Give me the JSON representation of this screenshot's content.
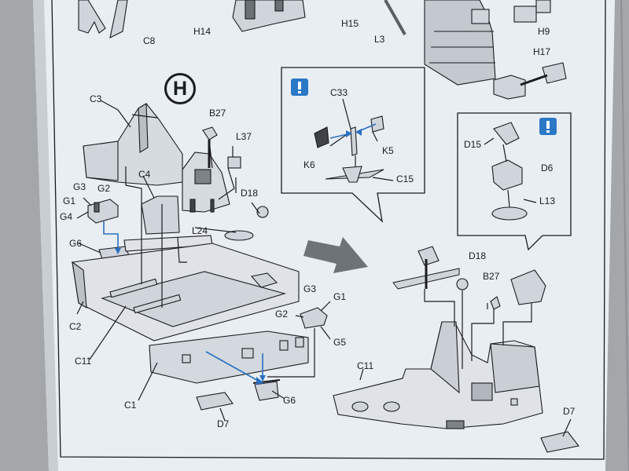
{
  "step": {
    "label": "H"
  },
  "labels": {
    "C8": "C8",
    "H14": "H14",
    "H15": "H15",
    "L3": "L3",
    "H9": "H9",
    "H17": "H17",
    "C3": "C3",
    "B27": "B27",
    "L37": "L37",
    "C4": "C4",
    "D18": "D18",
    "G3": "G3",
    "G2": "G2",
    "G1": "G1",
    "G4": "G4",
    "L24": "L24",
    "G6": "G6",
    "C2": "C2",
    "C11": "C11",
    "C1": "C1",
    "D7": "D7",
    "G5": "G5",
    "C33": "C33",
    "K5": "K5",
    "K6": "K6",
    "C15": "C15",
    "D15": "D15",
    "D6": "D6",
    "L13": "L13"
  },
  "callouts": {
    "note_icon": "exclamation-note-icon",
    "note_color": "#2a78c6",
    "arrow_color": "#2a6fc0"
  },
  "colors": {
    "paper": "#e9eef2",
    "ink": "#1a1c1f",
    "part_fill": "#cfd5da",
    "big_arrow": "#6e7378"
  }
}
